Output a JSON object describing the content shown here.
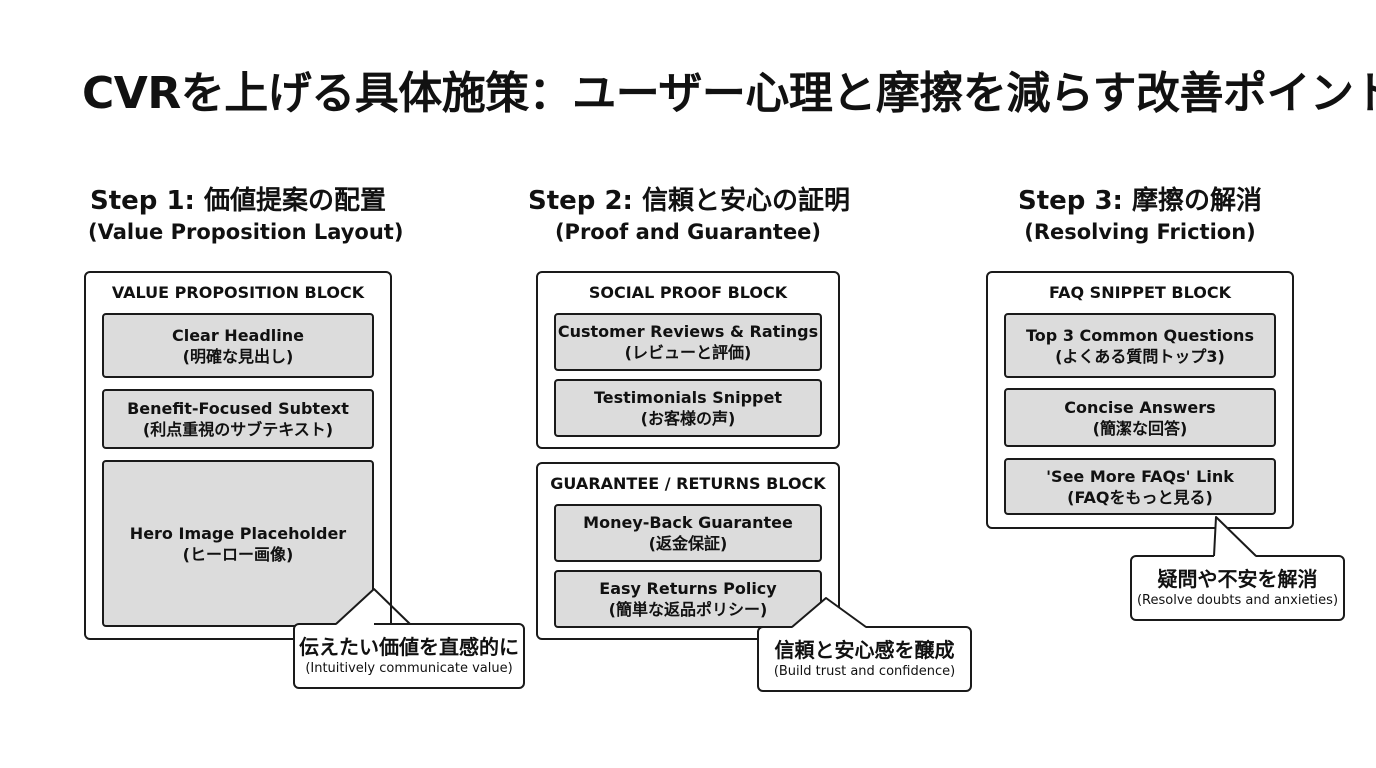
{
  "title": "CVRを上げる具体施策：ユーザー心理と摩擦を減らす改善ポイント",
  "steps": [
    {
      "heading": "Step 1: 価値提案の配置",
      "subheading": "(Value Proposition Layout)",
      "blocks": [
        {
          "title": "VALUE PROPOSITION BLOCK",
          "items": [
            {
              "en": "Clear Headline",
              "ja": "(明確な見出し)"
            },
            {
              "en": "Benefit-Focused Subtext",
              "ja": "(利点重視のサブテキスト)"
            },
            {
              "en": "Hero Image Placeholder",
              "ja": "(ヒーロー画像)"
            }
          ]
        }
      ],
      "callout": {
        "main": "伝えたい価値を直感的に",
        "sub": "(Intuitively communicate value)"
      }
    },
    {
      "heading": "Step 2: 信頼と安心の証明",
      "subheading": "(Proof and Guarantee)",
      "blocks": [
        {
          "title": "SOCIAL PROOF BLOCK",
          "items": [
            {
              "en": "Customer Reviews & Ratings",
              "ja": "(レビューと評価)"
            },
            {
              "en": "Testimonials Snippet",
              "ja": "(お客様の声)"
            }
          ]
        },
        {
          "title": "GUARANTEE / RETURNS BLOCK",
          "items": [
            {
              "en": "Money-Back Guarantee",
              "ja": "(返金保証)"
            },
            {
              "en": "Easy Returns Policy",
              "ja": "(簡単な返品ポリシー)"
            }
          ]
        }
      ],
      "callout": {
        "main": "信頼と安心感を醸成",
        "sub": "(Build trust and confidence)"
      }
    },
    {
      "heading": "Step 3: 摩擦の解消",
      "subheading": "(Resolving Friction)",
      "blocks": [
        {
          "title": "FAQ SNIPPET BLOCK",
          "items": [
            {
              "en": "Top 3 Common Questions",
              "ja": "(よくある質問トップ3)"
            },
            {
              "en": "Concise Answers",
              "ja": "(簡潔な回答)"
            },
            {
              "en": "'See More FAQs' Link",
              "ja": "(FAQをもっと見る)"
            }
          ]
        }
      ],
      "callout": {
        "main": "疑問や不安を解消",
        "sub": "(Resolve doubts and anxieties)"
      }
    }
  ]
}
